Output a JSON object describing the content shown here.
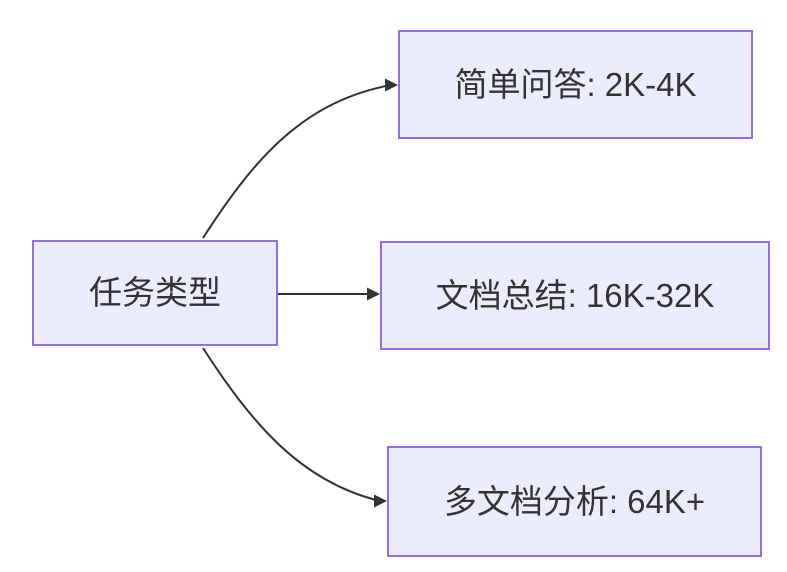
{
  "diagram": {
    "type": "flowchart",
    "direction": "left-to-right",
    "root": {
      "label": "任务类型"
    },
    "children": [
      {
        "label": "简单问答: 2K-4K"
      },
      {
        "label": "文档总结: 16K-32K"
      },
      {
        "label": "多文档分析: 64K+"
      }
    ],
    "edges": [
      {
        "from": "任务类型",
        "to": "简单问答: 2K-4K"
      },
      {
        "from": "任务类型",
        "to": "文档总结: 16K-32K"
      },
      {
        "from": "任务类型",
        "to": "多文档分析: 64K+"
      }
    ],
    "colors": {
      "node_fill": "#ECECFF",
      "node_border": "#9370DB",
      "edge": "#333333",
      "text": "#333333",
      "background": "#FFFFFF"
    }
  }
}
